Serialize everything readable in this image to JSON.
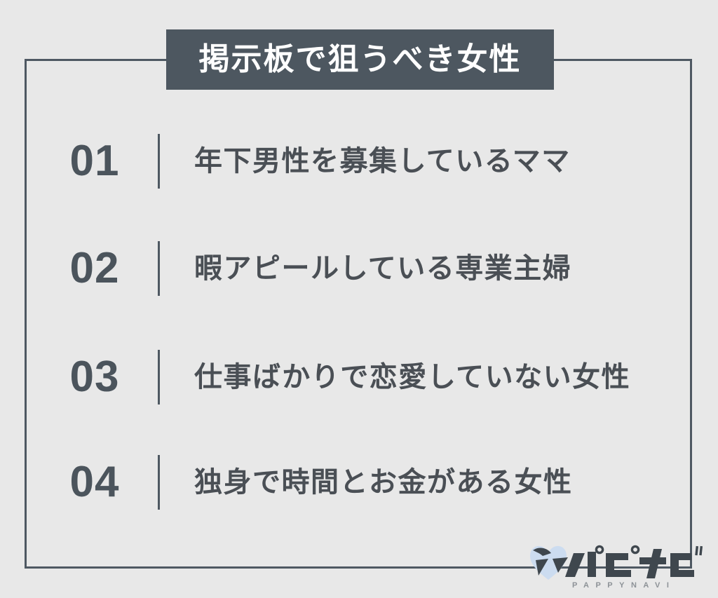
{
  "page": {
    "background_color": "#e8e8e8",
    "frame_color": "#4e5862"
  },
  "header": {
    "title": "掲示板で狙うべき女性",
    "banner_color": "#4d5760",
    "text_color": "#ffffff"
  },
  "list": {
    "number_color": "#4b545c",
    "label_color": "#4a4f55",
    "items": [
      {
        "number": "01",
        "label": "年下男性を募集しているママ"
      },
      {
        "number": "02",
        "label": "暇アピールしている専業主婦"
      },
      {
        "number": "03",
        "label": "仕事ばかりで恋愛していない女性"
      },
      {
        "number": "04",
        "label": "独身で時間とお金がある女性"
      }
    ]
  },
  "logo": {
    "wordmark": "パピナビ",
    "subtitle": "PAPPYNAVI",
    "mark_icon": "heart-arrow-icon",
    "heart_color": "#ccdcf0",
    "mark_color": "#3f474e",
    "subtitle_color": "#8d9297"
  }
}
